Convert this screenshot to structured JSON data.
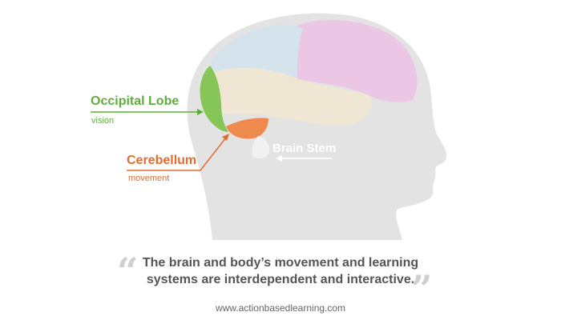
{
  "labels": {
    "occipital": {
      "title": "Occipital Lobe",
      "subtitle": "vision"
    },
    "cerebellum": {
      "title": "Cerebellum",
      "subtitle": "movement"
    },
    "brain_stem": {
      "title": "Brain Stem"
    }
  },
  "quote": {
    "line1": "The brain and body’s movement and learning",
    "line2": "systems are interdependent and interactive.",
    "open_mark": "“",
    "close_mark": "”"
  },
  "website": "www.actionbasedlearning.com",
  "colors": {
    "head": "#e3e3e3",
    "frontal": "#ecc7e5",
    "parietal": "#d5e3ec",
    "temporal": "#efe7d3",
    "occipital": "#86c557",
    "cerebellum": "#ef8a4e",
    "stem": "#f1f1f1",
    "occipital_label": "#5fae3b",
    "cerebellum_label": "#e06e32"
  },
  "icons": {
    "quote_open": "quote-open-icon",
    "quote_close": "quote-close-icon"
  }
}
